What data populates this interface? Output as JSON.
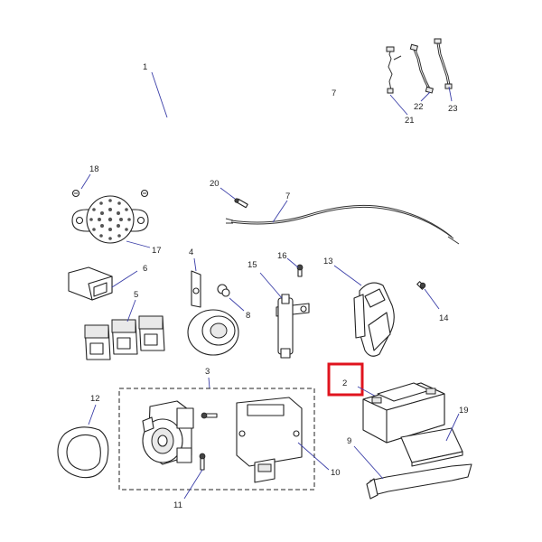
{
  "highlight_color": "#e0141e",
  "leader_color": "#3b3fa8",
  "callouts": [
    {
      "id": "1",
      "name": "wiring-harness-main"
    },
    {
      "id": "7",
      "name": "harness-group"
    },
    {
      "id": "21",
      "name": "lead-wire-a"
    },
    {
      "id": "22",
      "name": "lead-wire-b"
    },
    {
      "id": "23",
      "name": "lead-wire-c"
    },
    {
      "id": "18",
      "name": "horn-screw"
    },
    {
      "id": "17",
      "name": "horn-speaker"
    },
    {
      "id": "20",
      "name": "wire-screw"
    },
    {
      "id": "7",
      "name": "cable"
    },
    {
      "id": "6",
      "name": "connector-cover"
    },
    {
      "id": "5",
      "name": "connector-blocks"
    },
    {
      "id": "4",
      "name": "horn"
    },
    {
      "id": "8",
      "name": "horn-bolt"
    },
    {
      "id": "15",
      "name": "switch"
    },
    {
      "id": "16",
      "name": "switch-screw"
    },
    {
      "id": "13",
      "name": "bracket"
    },
    {
      "id": "14",
      "name": "bracket-screw"
    },
    {
      "id": "2",
      "name": "battery"
    },
    {
      "id": "3",
      "name": "ignition-kit"
    },
    {
      "id": "12",
      "name": "grommet"
    },
    {
      "id": "10",
      "name": "control-module"
    },
    {
      "id": "11",
      "name": "module-screw"
    },
    {
      "id": "19",
      "name": "battery-pad"
    },
    {
      "id": "9",
      "name": "battery-strap"
    }
  ]
}
